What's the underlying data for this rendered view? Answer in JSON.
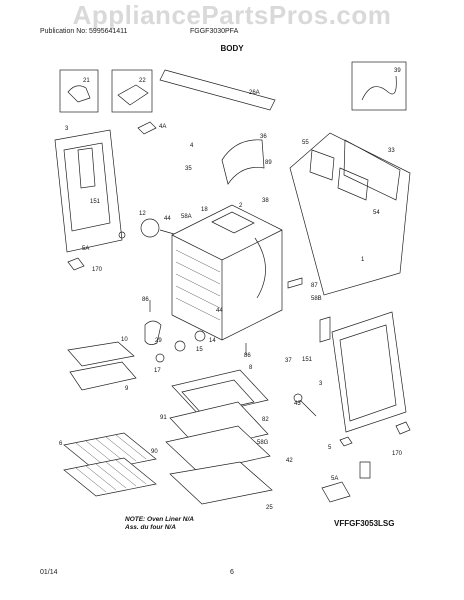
{
  "watermark": "AppliancePartsPros.com",
  "header": {
    "publication": "Publication No: 5995641411",
    "model": "FGGF3030PFA"
  },
  "section_title": "BODY",
  "callouts": [
    "21",
    "22",
    "26A",
    "39",
    "3",
    "4A",
    "36",
    "4",
    "89",
    "35",
    "55",
    "33",
    "151",
    "12",
    "44",
    "18",
    "58A",
    "2",
    "38",
    "54",
    "5A",
    "170",
    "1",
    "87",
    "86",
    "58B",
    "44",
    "10",
    "29",
    "14",
    "15",
    "17",
    "86",
    "37",
    "151",
    "9",
    "8",
    "3",
    "43",
    "91",
    "82",
    "58G",
    "6",
    "90",
    "42",
    "5",
    "170",
    "5A",
    "25"
  ],
  "note_line1": "NOTE: Oven Liner N/A",
  "note_line2": "Ass. du four N/A",
  "diagram_code": "VFFGF3053LSG",
  "footer": {
    "date": "01/14",
    "page": "6"
  }
}
